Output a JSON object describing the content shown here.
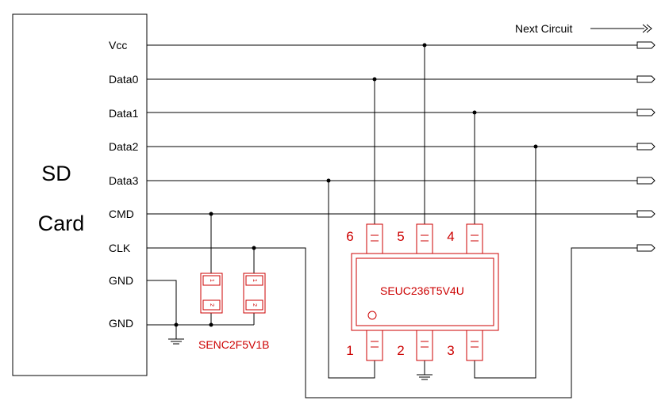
{
  "sd_card": {
    "label_line1": "SD",
    "label_line2": "Card",
    "pins": [
      "Vcc",
      "Data0",
      "Data1",
      "Data2",
      "Data3",
      "CMD",
      "CLK",
      "GND",
      "GND"
    ]
  },
  "next_circuit": "Next Circuit",
  "tvs_array": {
    "part": "SEUC236T5V4U",
    "pin_numbers_top": [
      "6",
      "5",
      "4"
    ],
    "pin_numbers_bottom": [
      "1",
      "2",
      "3"
    ]
  },
  "tvs_diodes": {
    "part": "SENC2F5V1B",
    "pin_top": "1",
    "pin_bottom": "2"
  },
  "colors": {
    "wire": "#000000",
    "component": "#cc0000"
  }
}
